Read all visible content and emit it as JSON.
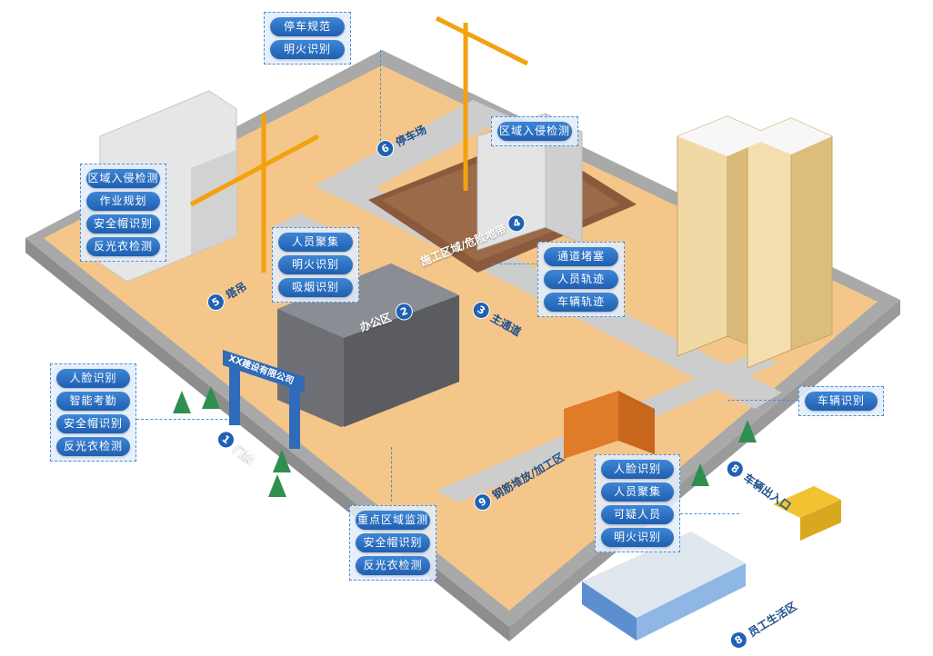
{
  "callouts": {
    "parking": [
      "停车规范",
      "明火识别"
    ],
    "tower_crane": [
      "区域入侵检测",
      "作业规划",
      "安全帽识别",
      "反光衣检测"
    ],
    "office": [
      "人员聚集",
      "明火识别",
      "吸烟识别"
    ],
    "construction": [
      "区域入侵检测"
    ],
    "road": [
      "通道堵塞",
      "人员轨迹",
      "车辆轨迹"
    ],
    "gate": [
      "人脸识别",
      "智能考勤",
      "安全帽识别",
      "反光衣检测"
    ],
    "vehicle_exit": [
      "车辆识别"
    ],
    "workshop": [
      "重点区域监测",
      "安全帽识别",
      "反光衣检测"
    ],
    "dormitory": [
      "人脸识别",
      "人员聚集",
      "可疑人员",
      "明火识别"
    ]
  },
  "zones": {
    "z1": {
      "num": "1",
      "label": "门禁"
    },
    "z2": {
      "num": "2",
      "label": "办公区"
    },
    "z3": {
      "num": "3",
      "label": "主通道"
    },
    "z4": {
      "num": "4",
      "label": "施工区域/危险地带"
    },
    "z5": {
      "num": "5",
      "label": "塔吊"
    },
    "z6": {
      "num": "6",
      "label": "停车场"
    },
    "z8a": {
      "num": "8",
      "label": "车辆出入口"
    },
    "z8b": {
      "num": "8",
      "label": "员工生活区"
    },
    "z9": {
      "num": "9",
      "label": "钢筋堆放/加工区"
    }
  },
  "signs": {
    "gate": "XX建设有限公司"
  },
  "colors": {
    "ground": "#f4c68a",
    "road": "#cfcfcf",
    "wall": "#d6d6d6",
    "crane": "#f2a20f",
    "button": "#2a6fc3",
    "callout_border": "#4f8fd0",
    "building": "#f0d9a5"
  }
}
